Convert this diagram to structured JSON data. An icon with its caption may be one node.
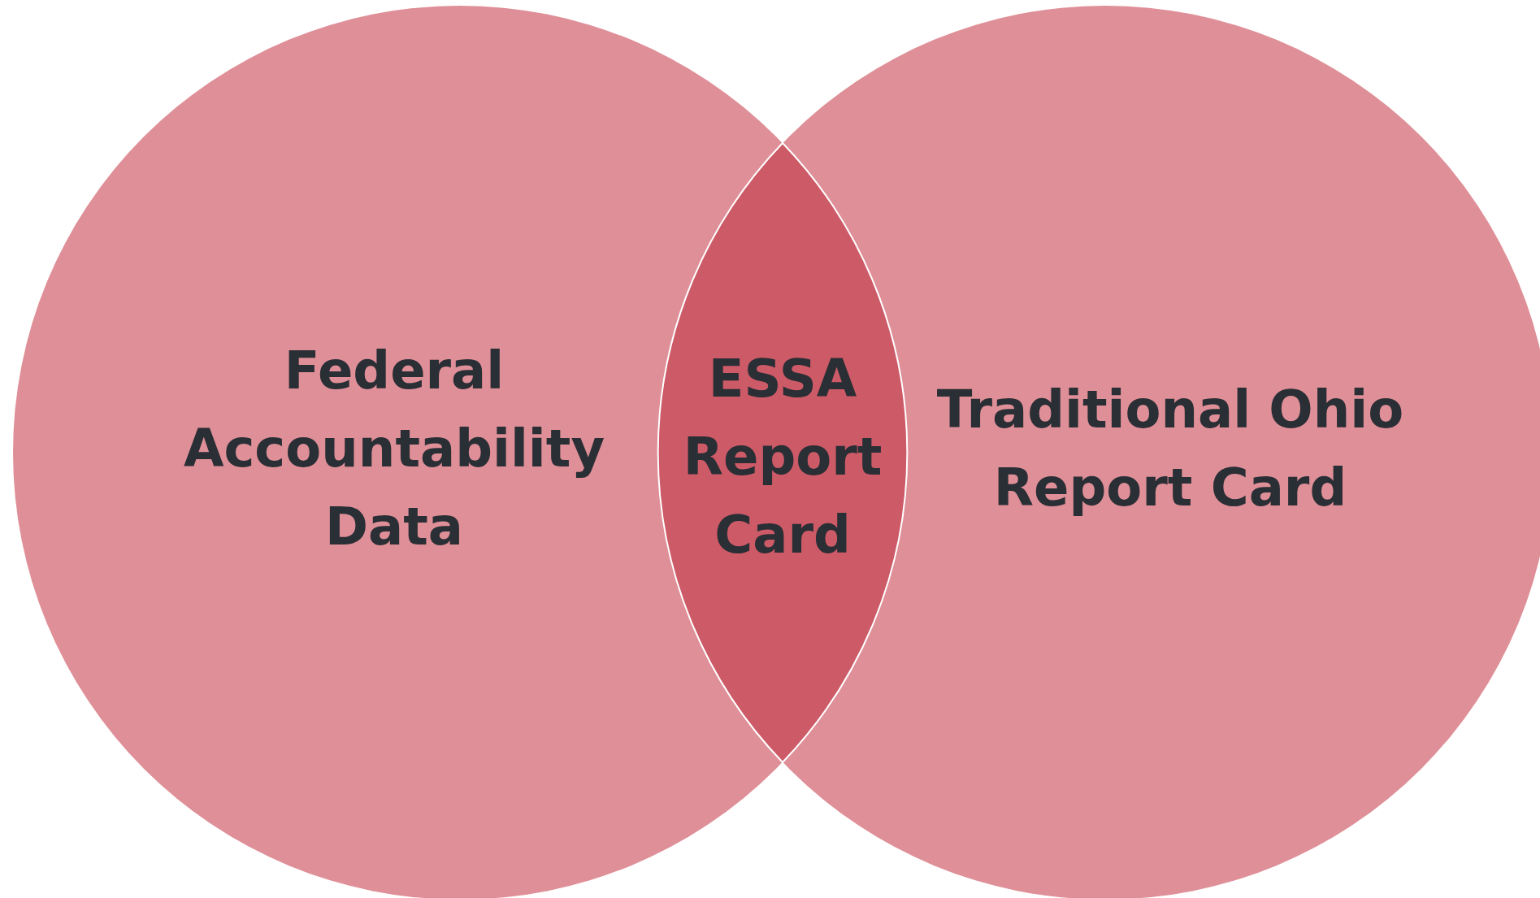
{
  "diagram": {
    "nodes": [
      {
        "text": [
          "Federal Accountability Data"
        ]
      },
      {
        "text": [
          "Traditional Ohio Report Card"
        ]
      },
      {
        "text": [
          "ESSA Report Card"
        ]
      }
    ]
  }
}
